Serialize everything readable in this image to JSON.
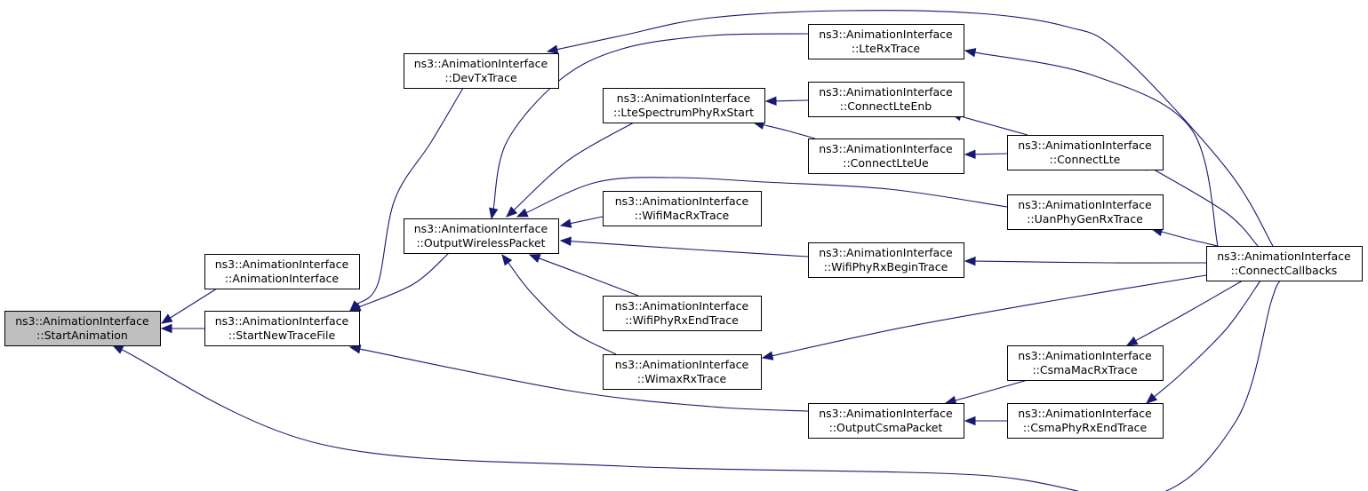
{
  "diagram": {
    "type": "caller-graph",
    "edge_color": "#191970",
    "root_fill": "#bfbfbf",
    "nodes": [
      {
        "id": "startAnimation",
        "line1": "ns3::AnimationInterface",
        "line2": "::StartAnimation",
        "root": true
      },
      {
        "id": "animationInterface",
        "line1": "ns3::AnimationInterface",
        "line2": "::AnimationInterface"
      },
      {
        "id": "startNewTraceFile",
        "line1": "ns3::AnimationInterface",
        "line2": "::StartNewTraceFile"
      },
      {
        "id": "devTxTrace",
        "line1": "ns3::AnimationInterface",
        "line2": "::DevTxTrace"
      },
      {
        "id": "outputWirelessPacket",
        "line1": "ns3::AnimationInterface",
        "line2": "::OutputWirelessPacket"
      },
      {
        "id": "lteSpectrumPhyRxStart",
        "line1": "ns3::AnimationInterface",
        "line2": "::LteSpectrumPhyRxStart"
      },
      {
        "id": "wifiMacRxTrace",
        "line1": "ns3::AnimationInterface",
        "line2": "::WifiMacRxTrace"
      },
      {
        "id": "wifiPhyRxEndTrace",
        "line1": "ns3::AnimationInterface",
        "line2": "::WifiPhyRxEndTrace"
      },
      {
        "id": "wimaxRxTrace",
        "line1": "ns3::AnimationInterface",
        "line2": "::WimaxRxTrace"
      },
      {
        "id": "lteRxTrace",
        "line1": "ns3::AnimationInterface",
        "line2": "::LteRxTrace"
      },
      {
        "id": "connectLteEnb",
        "line1": "ns3::AnimationInterface",
        "line2": "::ConnectLteEnb"
      },
      {
        "id": "connectLteUe",
        "line1": "ns3::AnimationInterface",
        "line2": "::ConnectLteUe"
      },
      {
        "id": "wifiPhyRxBeginTrace",
        "line1": "ns3::AnimationInterface",
        "line2": "::WifiPhyRxBeginTrace"
      },
      {
        "id": "outputCsmaPacket",
        "line1": "ns3::AnimationInterface",
        "line2": "::OutputCsmaPacket"
      },
      {
        "id": "connectLte",
        "line1": "ns3::AnimationInterface",
        "line2": "::ConnectLte"
      },
      {
        "id": "uanPhyGenRxTrace",
        "line1": "ns3::AnimationInterface",
        "line2": "::UanPhyGenRxTrace"
      },
      {
        "id": "csmaMacRxTrace",
        "line1": "ns3::AnimationInterface",
        "line2": "::CsmaMacRxTrace"
      },
      {
        "id": "csmaPhyRxEndTrace",
        "line1": "ns3::AnimationInterface",
        "line2": "::CsmaPhyRxEndTrace"
      },
      {
        "id": "connectCallbacks",
        "line1": "ns3::AnimationInterface",
        "line2": "::ConnectCallbacks"
      }
    ],
    "edges": [
      {
        "from": "animationInterface",
        "to": "startAnimation"
      },
      {
        "from": "startNewTraceFile",
        "to": "startAnimation"
      },
      {
        "from": "connectCallbacks",
        "to": "startAnimation"
      },
      {
        "from": "devTxTrace",
        "to": "startNewTraceFile"
      },
      {
        "from": "outputWirelessPacket",
        "to": "startNewTraceFile"
      },
      {
        "from": "outputCsmaPacket",
        "to": "startNewTraceFile"
      },
      {
        "from": "connectCallbacks",
        "to": "devTxTrace"
      },
      {
        "from": "lteRxTrace",
        "to": "outputWirelessPacket"
      },
      {
        "from": "lteSpectrumPhyRxStart",
        "to": "outputWirelessPacket"
      },
      {
        "from": "uanPhyGenRxTrace",
        "to": "outputWirelessPacket"
      },
      {
        "from": "wifiMacRxTrace",
        "to": "outputWirelessPacket"
      },
      {
        "from": "wifiPhyRxBeginTrace",
        "to": "outputWirelessPacket"
      },
      {
        "from": "wifiPhyRxEndTrace",
        "to": "outputWirelessPacket"
      },
      {
        "from": "wimaxRxTrace",
        "to": "outputWirelessPacket"
      },
      {
        "from": "connectLteEnb",
        "to": "lteSpectrumPhyRxStart"
      },
      {
        "from": "connectLteUe",
        "to": "lteSpectrumPhyRxStart"
      },
      {
        "from": "connectCallbacks",
        "to": "lteRxTrace"
      },
      {
        "from": "connectLte",
        "to": "connectLteEnb"
      },
      {
        "from": "connectLte",
        "to": "connectLteUe"
      },
      {
        "from": "connectCallbacks",
        "to": "connectLte"
      },
      {
        "from": "connectCallbacks",
        "to": "uanPhyGenRxTrace"
      },
      {
        "from": "connectCallbacks",
        "to": "wifiPhyRxBeginTrace"
      },
      {
        "from": "connectCallbacks",
        "to": "wimaxRxTrace"
      },
      {
        "from": "csmaMacRxTrace",
        "to": "outputCsmaPacket"
      },
      {
        "from": "csmaPhyRxEndTrace",
        "to": "outputCsmaPacket"
      },
      {
        "from": "connectCallbacks",
        "to": "csmaMacRxTrace"
      },
      {
        "from": "connectCallbacks",
        "to": "csmaPhyRxEndTrace"
      }
    ]
  }
}
